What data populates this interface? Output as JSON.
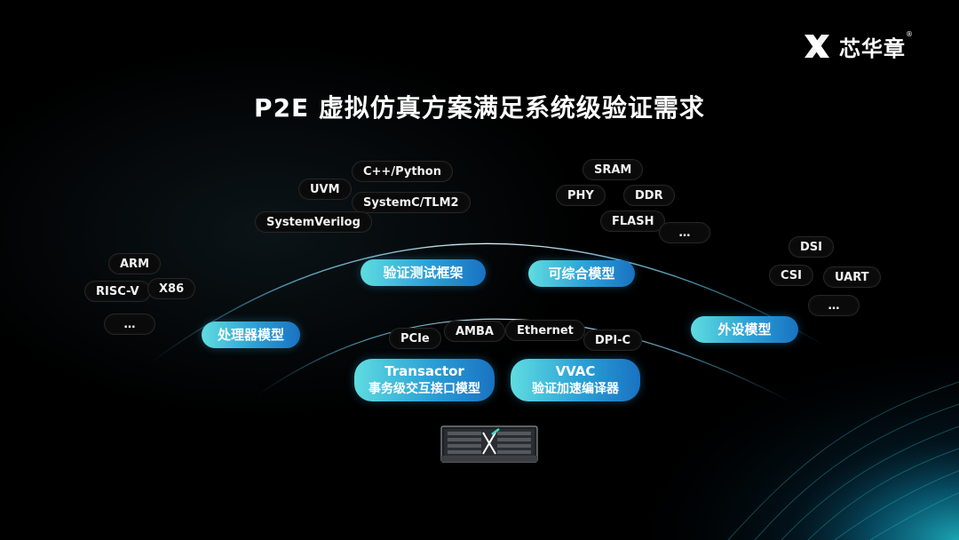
{
  "brand": {
    "name": "芯华章",
    "reg": "®"
  },
  "title": "P2E 虚拟仿真方案满足系统级验证需求",
  "core_modules": {
    "verification_framework": "验证测试框架",
    "synthesizable_model": "可综合模型",
    "processor_model": "处理器模型",
    "peripheral_model": "外设模型",
    "transactor": {
      "line1": "Transactor",
      "line2": "事务级交互接口模型"
    },
    "vvac": {
      "line1": "VVAC",
      "line2": "验证加速编译器"
    }
  },
  "framework_items": [
    "C++/Python",
    "UVM",
    "SystemC/TLM2",
    "SystemVerilog"
  ],
  "synth_items": [
    "SRAM",
    "PHY",
    "DDR",
    "FLASH",
    "…"
  ],
  "processor_items": [
    "ARM",
    "RISC-V",
    "X86",
    "…"
  ],
  "peripheral_items": [
    "DSI",
    "CSI",
    "UART",
    "…"
  ],
  "interface_items": [
    "PCIe",
    "AMBA",
    "Ethernet",
    "DPI-C"
  ],
  "colors": {
    "accent_start": "#5fdce0",
    "accent_end": "#1a72c2",
    "background": "#000000"
  }
}
